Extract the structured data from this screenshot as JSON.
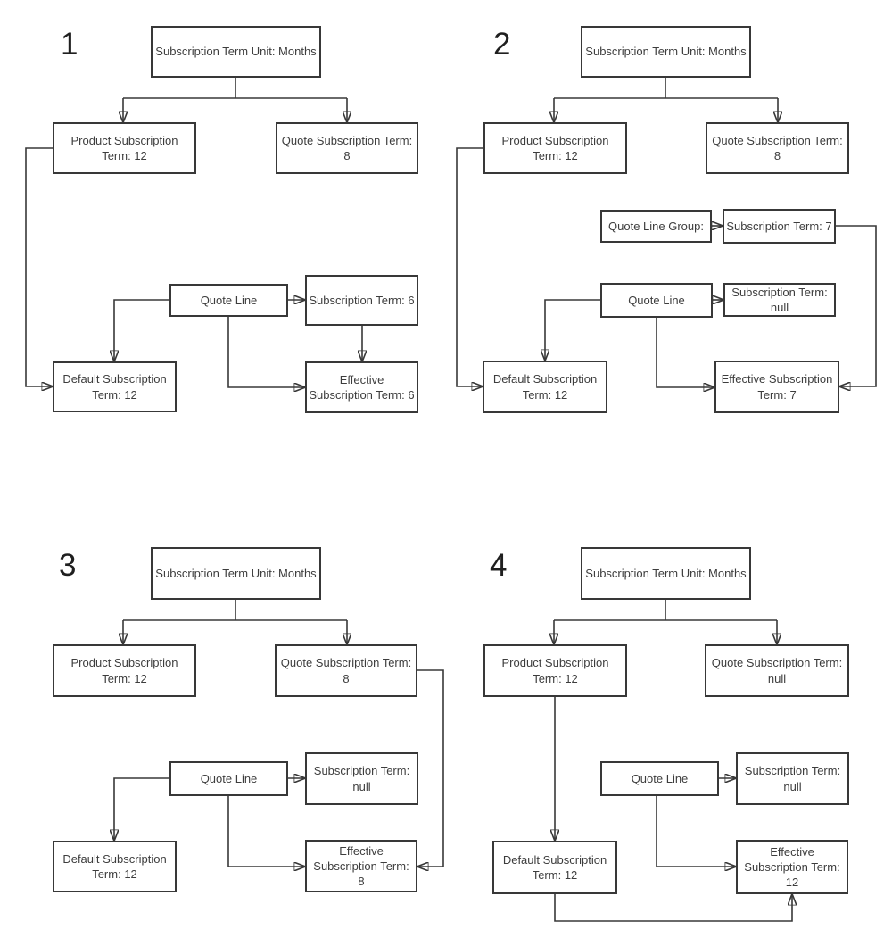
{
  "colors": {
    "line": "#383838",
    "box_border": "#383838",
    "text": "#3d3d3d",
    "background": "#ffffff"
  },
  "diagrams": [
    {
      "number": "1",
      "nodes": {
        "term_unit": "Subscription Term Unit: Months",
        "product": "Product Subscription Term: 12",
        "quote_term": "Quote Subscription Term: 8",
        "quote_line": "Quote Line",
        "sub_term": "Subscription Term: 6",
        "default": "Default Subscription Term: 12",
        "effective": "Effective Subscription Term: 6"
      }
    },
    {
      "number": "2",
      "nodes": {
        "term_unit": "Subscription Term Unit: Months",
        "product": "Product Subscription Term: 12",
        "quote_term": "Quote Subscription Term: 8",
        "quote_line_group": "Quote Line Group:",
        "group_sub_term": "Subscription Term: 7",
        "quote_line": "Quote Line",
        "sub_term": "Subscription Term: null",
        "default": "Default Subscription Term: 12",
        "effective": "Effective Subscription Term: 7"
      }
    },
    {
      "number": "3",
      "nodes": {
        "term_unit": "Subscription Term Unit: Months",
        "product": "Product Subscription Term: 12",
        "quote_term": "Quote Subscription Term: 8",
        "quote_line": "Quote Line",
        "sub_term": "Subscription Term: null",
        "default": "Default Subscription Term: 12",
        "effective": "Effective Subscription Term: 8"
      }
    },
    {
      "number": "4",
      "nodes": {
        "term_unit": "Subscription Term Unit: Months",
        "product": "Product Subscription Term: 12",
        "quote_term": "Quote Subscription Term: null",
        "quote_line": "Quote Line",
        "sub_term": "Subscription Term: null",
        "default": "Default Subscription Term: 12",
        "effective": "Effective Subscription Term: 12"
      }
    }
  ]
}
